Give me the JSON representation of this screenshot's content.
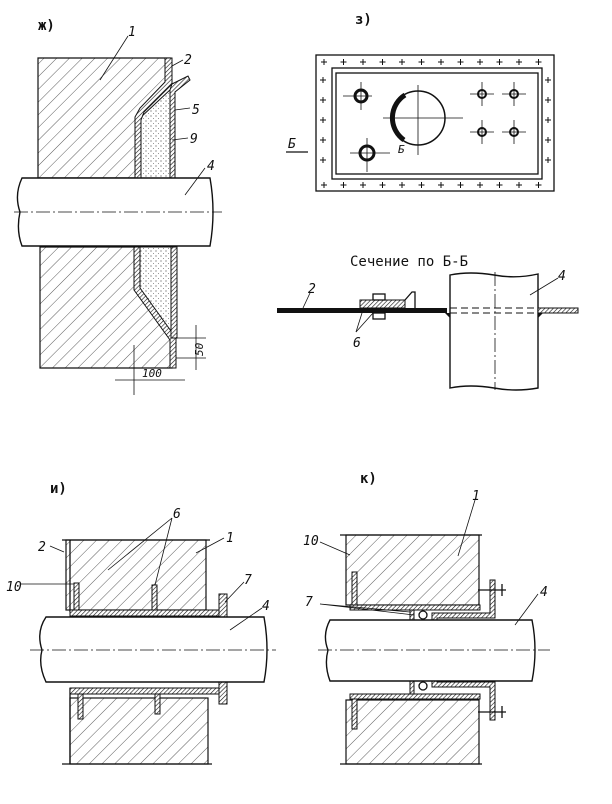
{
  "panels": {
    "zh": {
      "title": "ж)",
      "labels": {
        "wall": "1",
        "plate": "2",
        "sleeve": "5",
        "insulation": "9",
        "pipe": "4"
      },
      "dimensions": {
        "height": "50",
        "width": "100"
      }
    },
    "z": {
      "title": "з)",
      "section_mark": "Б",
      "section_mark_small": "Б",
      "section_title": "Сечение по Б-Б",
      "labels": {
        "plate": "2",
        "seal": "6",
        "pipe": "4"
      }
    },
    "i": {
      "title": "и)",
      "labels": {
        "plate": "2",
        "seal": "6",
        "wall": "1",
        "anchor": "10",
        "flange": "7",
        "pipe": "4"
      }
    },
    "k": {
      "title": "к)",
      "labels": {
        "anchor": "10",
        "wall": "1",
        "flange": "7",
        "pipe": "4"
      }
    }
  }
}
